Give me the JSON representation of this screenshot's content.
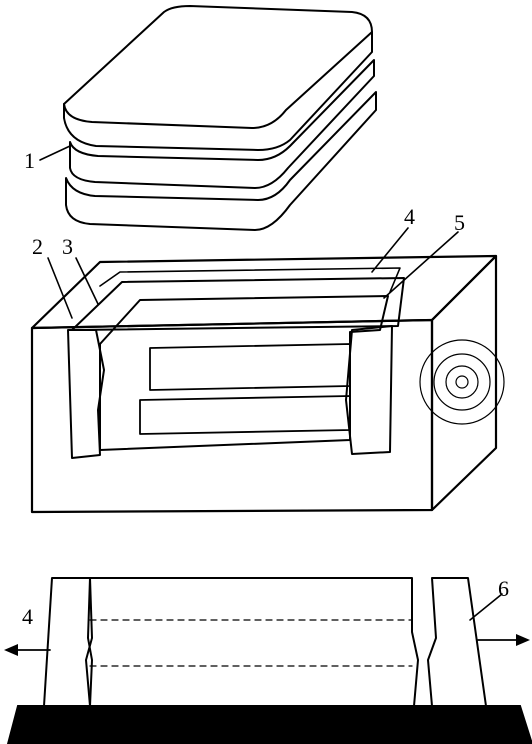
{
  "callouts": [
    "1",
    "2",
    "3",
    "4",
    "5",
    "6"
  ]
}
